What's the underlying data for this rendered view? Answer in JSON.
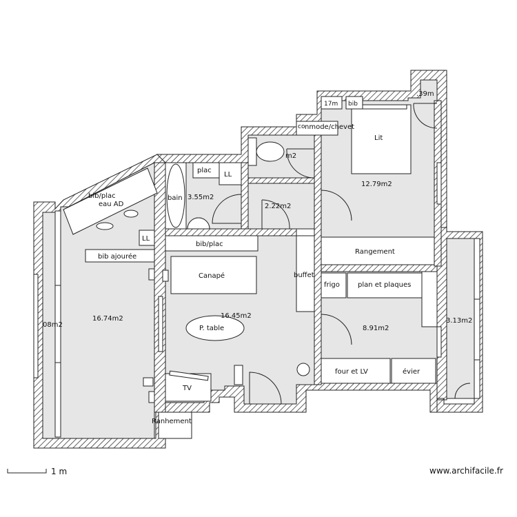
{
  "rooms": {
    "living_area": "16.74m2",
    "living_window_area": "08m2",
    "salon_area": "16.45m2",
    "bath_area": "3.55m2",
    "wc_area": "m2",
    "closet_area": "2.22m2",
    "bedroom_area": "12.79m2",
    "bedroom_small_area": ".39m",
    "bedroom_small2_area": "17m",
    "kitchen_area": "8.91m2",
    "balcony_area": "3.13m2"
  },
  "furniture": {
    "bib_plac_top": "bib/plac",
    "bureau_ad": "eau AD",
    "bib_ajouree": "bib ajourée",
    "ll_left": "LL",
    "plac": "plac",
    "ll_bath": "LL",
    "bain": "bain",
    "bib_plac_mid": "bib/plac",
    "canape": "Canapé",
    "buffet": "buffet",
    "p_table": "P. table",
    "tv": "TV",
    "ranhement": "Ranhement",
    "lit": "Lit",
    "bib_bed": "bib",
    "commode": "nmode/chevet",
    "commode_prefix": "co",
    "rangement": "Rangement",
    "frigo": "frigo",
    "plan_plaques": "plan et plaques",
    "four_lv": "four et LV",
    "evier": "évier"
  },
  "footer": {
    "scale_label": "1 m",
    "watermark": "www.archifacile.fr"
  },
  "colors": {
    "wall_stroke": "#222222",
    "floor_fill": "#e6e6e6",
    "furniture_fill": "#ffffff"
  }
}
